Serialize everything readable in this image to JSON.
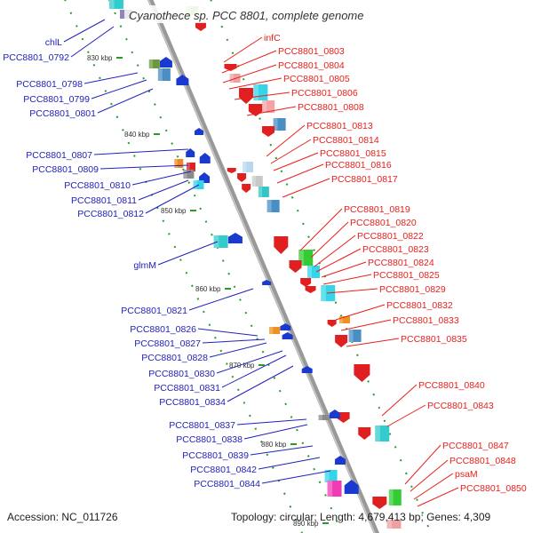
{
  "title": "Cyanothece sp. PCC 8801, complete genome",
  "accession": "Accession: NC_011726",
  "topology": "Topology: circular; Length: 4,679,413 bp; Genes: 4,309",
  "colors": {
    "forward_label": "#e8201c",
    "reverse_label": "#2222bb",
    "backbone": "#888888",
    "tick_mark": "#2a9a2a"
  },
  "kbp_ticks": [
    "830 kbp",
    "840 kbp",
    "850 kbp",
    "860 kbp",
    "870 kbp",
    "880 kbp",
    "890 kbp"
  ],
  "left_labels": [
    "chlL",
    "PCC8801_0792",
    "PCC8801_0798",
    "PCC8801_0799",
    "PCC8801_0801",
    "PCC8801_0807",
    "PCC8801_0809",
    "PCC8801_0810",
    "PCC8801_0811",
    "PCC8801_0812",
    "glmM",
    "PCC8801_0821",
    "PCC8801_0826",
    "PCC8801_0827",
    "PCC8801_0828",
    "PCC8801_0830",
    "PCC8801_0831",
    "PCC8801_0834",
    "PCC8801_0837",
    "PCC8801_0838",
    "PCC8801_0839",
    "PCC8801_0842",
    "PCC8801_0844"
  ],
  "right_labels": [
    "infC",
    "PCC8801_0803",
    "PCC8801_0804",
    "PCC8801_0805",
    "PCC8801_0806",
    "PCC8801_0808",
    "PCC8801_0813",
    "PCC8801_0814",
    "PCC8801_0815",
    "PCC8801_0816",
    "PCC8801_0817",
    "PCC8801_0819",
    "PCC8801_0820",
    "PCC8801_0822",
    "PCC8801_0823",
    "PCC8801_0824",
    "PCC8801_0825",
    "PCC8801_0829",
    "PCC8801_0832",
    "PCC8801_0833",
    "PCC8801_0835",
    "PCC8801_0840",
    "PCC8801_0843",
    "PCC8801_0847",
    "PCC8801_0848",
    "psaM",
    "PCC8801_0850"
  ]
}
